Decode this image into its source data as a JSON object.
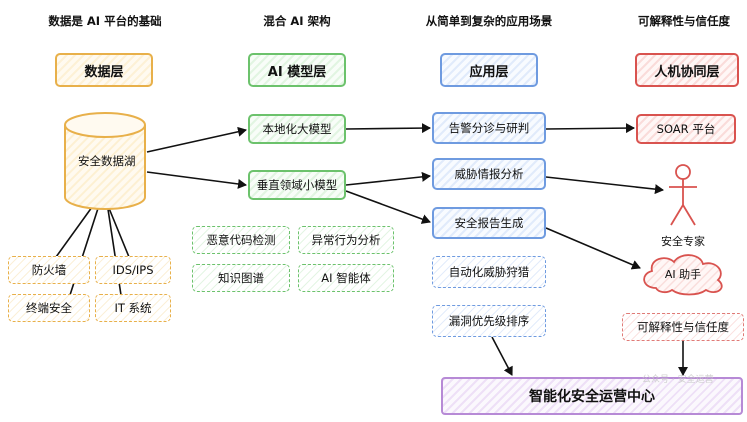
{
  "columns": {
    "data": {
      "title": "数据是 AI 平台的基础",
      "header": "数据层"
    },
    "model": {
      "title": "混合 AI 架构",
      "header": "AI 模型层"
    },
    "app": {
      "title": "从简单到复杂的应用场景",
      "header": "应用层"
    },
    "human": {
      "title": "可解释性与信任度",
      "header": "人机协同层"
    }
  },
  "data_layer": {
    "lake": "安全数据湖",
    "sources": [
      "防火墙",
      "IDS/IPS",
      "终端安全",
      "IT 系统"
    ]
  },
  "model_layer": {
    "large_model": "本地化大模型",
    "small_model": "垂直领域小模型",
    "capabilities": [
      "恶意代码检测",
      "异常行为分析",
      "知识图谱",
      "AI 智能体"
    ]
  },
  "app_layer": {
    "solid_items": [
      "告警分诊与研判",
      "威胁情报分析",
      "安全报告生成"
    ],
    "dashed_items": [
      "自动化威胁狩猎",
      "漏洞优先级排序"
    ]
  },
  "human_layer": {
    "soar": "SOAR 平台",
    "expert": "安全专家",
    "ai_assistant": "AI 助手",
    "explainability": "可解释性与信任度"
  },
  "core": "智能化安全运营中心",
  "watermark": "公众号 · 安全运营",
  "colors": {
    "data": "#e8b04a",
    "model": "#6cc26c",
    "app": "#6f9be0",
    "human": "#d9534f",
    "core": "#b78ad6",
    "arrow": "#111111"
  }
}
